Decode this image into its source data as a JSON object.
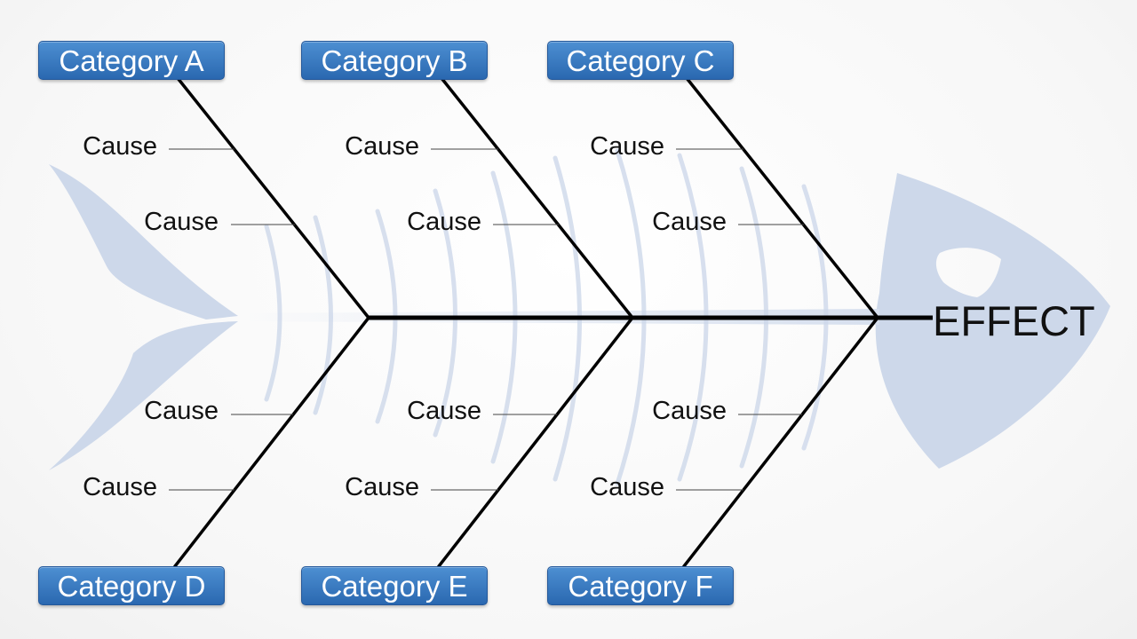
{
  "diagram": {
    "effect": "EFFECT",
    "categories": {
      "a": "Category A",
      "b": "Category B",
      "c": "Category C",
      "d": "Category D",
      "e": "Category E",
      "f": "Category F"
    },
    "cause_label": "Cause"
  },
  "colors": {
    "category_box": "#3479c3",
    "fish_silhouette": "#cdd8ea",
    "spine": "#000000",
    "text": "#111111"
  }
}
